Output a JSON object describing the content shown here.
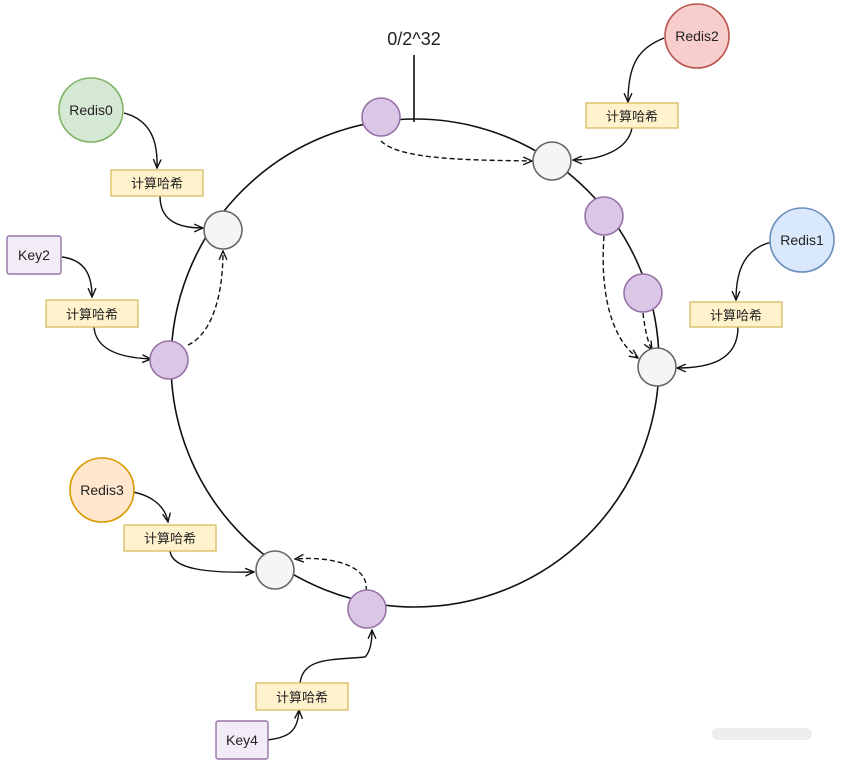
{
  "diagram": {
    "ring_label": "0/2^32",
    "servers": [
      {
        "id": "redis0",
        "label": "Redis0",
        "fill": "#d5e8d4",
        "stroke": "#82b366"
      },
      {
        "id": "redis1",
        "label": "Redis1",
        "fill": "#dae8fc",
        "stroke": "#6c8ebf"
      },
      {
        "id": "redis2",
        "label": "Redis2",
        "fill": "#f8cecc",
        "stroke": "#b85450"
      },
      {
        "id": "redis3",
        "label": "Redis3",
        "fill": "#ffe6cc",
        "stroke": "#d79b00"
      }
    ],
    "keys": [
      {
        "id": "key2",
        "label": "Key2"
      },
      {
        "id": "key4",
        "label": "Key4"
      }
    ],
    "hash_label": "计算哈希",
    "colors": {
      "key_node_fill": "#dcc6e6",
      "key_node_stroke": "#9673a6",
      "server_node_fill": "#f5f5f5",
      "server_node_stroke": "#666666",
      "hash_box_fill": "#fff2cc",
      "hash_box_stroke": "#d6b656",
      "key_box_fill": "#f2ecf6",
      "key_box_stroke": "#9673a6",
      "line": "#111111"
    }
  }
}
